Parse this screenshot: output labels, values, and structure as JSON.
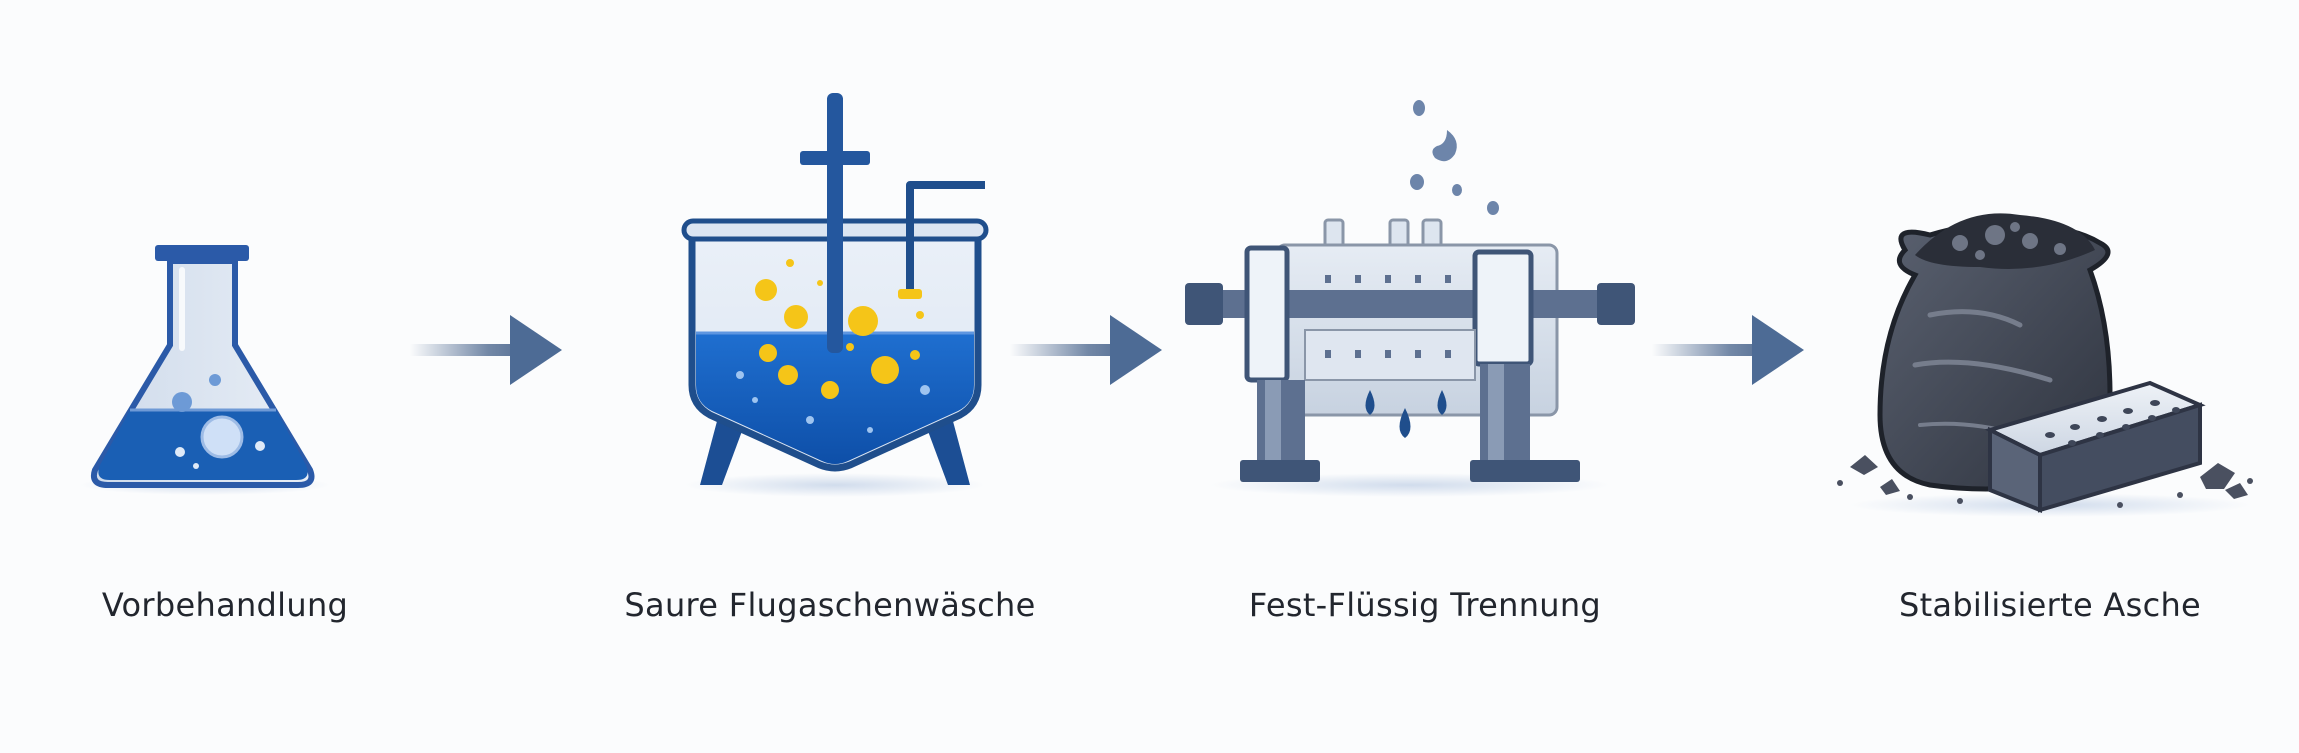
{
  "process": {
    "steps": [
      {
        "label": "Vorbehandlung",
        "icon": "flask-icon"
      },
      {
        "label": "Saure Flugaschenwäsche",
        "icon": "reactor-tank-icon"
      },
      {
        "label": "Fest-Flüssig Trennung",
        "icon": "filter-press-icon"
      },
      {
        "label": "Stabilisierte Asche",
        "icon": "ash-sack-and-block-icon"
      }
    ]
  },
  "colors": {
    "liquid_blue": "#1565c0",
    "dark_blue": "#1f4e8c",
    "steel_gray": "#8a96a8",
    "bubble_yellow": "#f5c518",
    "ash_dark": "#3a3f4b",
    "arrow_gray_blue": "#5a7397",
    "label_text": "#22262e"
  }
}
